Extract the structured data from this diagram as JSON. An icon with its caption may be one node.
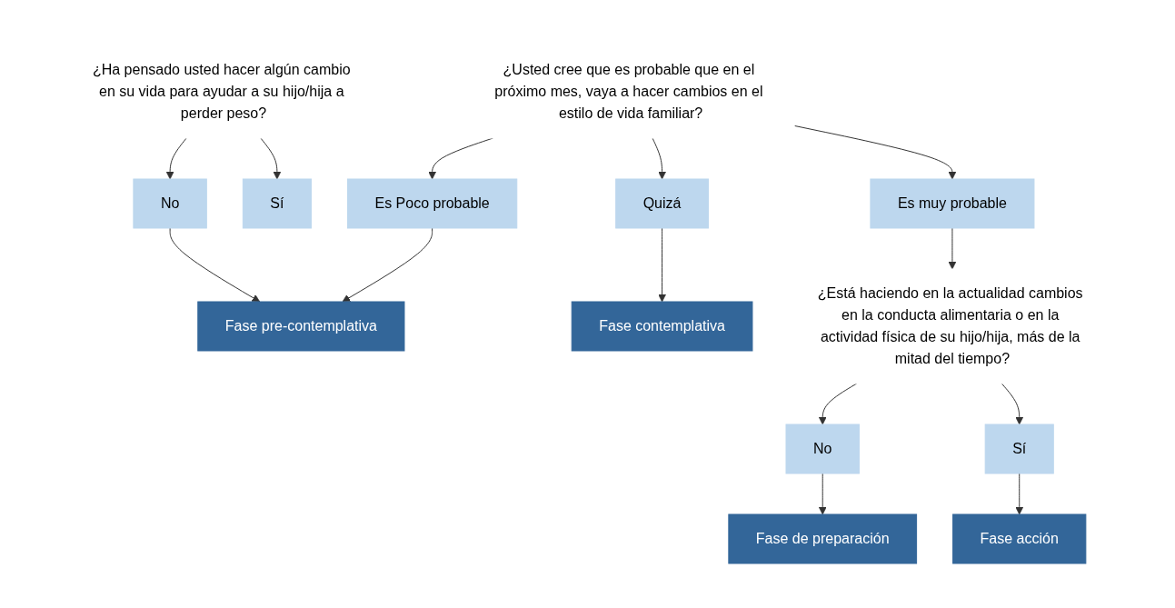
{
  "diagram": {
    "nodes": [
      {
        "text": [
          "¿Ha pensado usted hacer algún cambio en su vida para ayudar a su hijo/hija a perder peso?"
        ]
      },
      {
        "text": [
          "Sí"
        ]
      },
      {
        "text": [
          "No"
        ]
      },
      {
        "text": [
          "¿Usted cree que es probable que en el próximo mes, vaya a hacer cambios en el estilo de vida familiar?"
        ]
      },
      {
        "text": [
          "Es muy probable"
        ]
      },
      {
        "text": [
          "Quizá"
        ]
      },
      {
        "text": [
          "Es Poco probable"
        ]
      },
      {
        "text": [
          "Fase contemplativa"
        ]
      },
      {
        "text": [
          "Fase pre-contemplativa"
        ]
      },
      {
        "text": [
          "¿Está haciendo en la actualidad cambios en la conducta alimentaria o en la actividad física de su hijo/hija, más de la mitad del tiempo?"
        ]
      },
      {
        "text": [
          "Sí"
        ]
      },
      {
        "text": [
          "No"
        ]
      },
      {
        "text": [
          "Fase acción"
        ]
      },
      {
        "text": [
          "Fase de preparación"
        ]
      }
    ],
    "edges": [
      {
        "from": 0,
        "to": 1,
        "arrow": "to"
      },
      {
        "from": 0,
        "to": 2,
        "arrow": "to"
      },
      {
        "from": 3,
        "to": 4,
        "arrow": "to"
      },
      {
        "from": 3,
        "to": 5,
        "arrow": "to"
      },
      {
        "from": 3,
        "to": 6,
        "arrow": "to"
      },
      {
        "from": 5,
        "to": 7,
        "arrow": "to"
      },
      {
        "from": 6,
        "to": 8,
        "arrow": "to"
      },
      {
        "from": 2,
        "to": 8,
        "arrow": "to"
      },
      {
        "from": 4,
        "to": 9,
        "arrow": "to"
      },
      {
        "from": 9,
        "to": 10,
        "arrow": "to"
      },
      {
        "from": 9,
        "to": 11,
        "arrow": "to"
      },
      {
        "from": 10,
        "to": 12,
        "arrow": "to"
      },
      {
        "from": 11,
        "to": 13,
        "arrow": "to"
      }
    ]
  }
}
